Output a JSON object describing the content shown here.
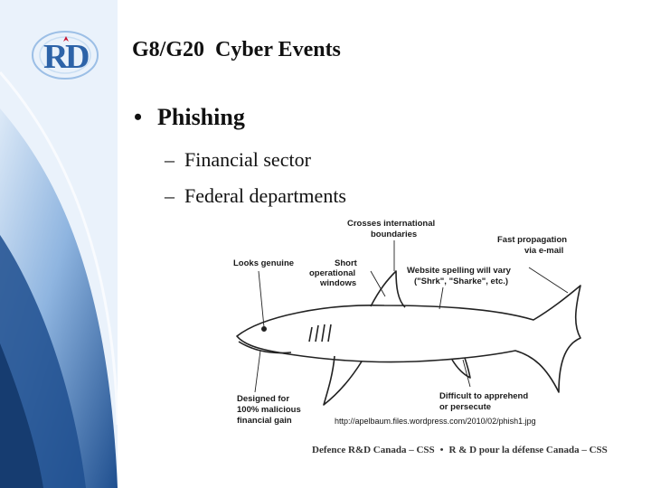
{
  "header": {
    "title": "G8/G20  Cyber Events"
  },
  "logo": {
    "name": "rd-logo",
    "text": "RD"
  },
  "content": {
    "bullet": "Phishing",
    "sub_items": [
      "Financial sector",
      "Federal departments"
    ]
  },
  "figure": {
    "labels": {
      "looks_genuine": "Looks genuine",
      "short": "Short",
      "operational": "operational",
      "windows": "windows",
      "crosses_1": "Crosses international",
      "crosses_2": "boundaries",
      "fast_1": "Fast propagation",
      "fast_2": "via e-mail",
      "spelling_1": "Website spelling will vary",
      "spelling_2": "(\"Shrk\", \"Sharke\", etc.)",
      "designed_1": "Designed for",
      "designed_2": "100% malicious",
      "designed_3": "financial gain",
      "difficult_1": "Difficult to apprehend",
      "difficult_2": "or persecute"
    },
    "source": "http://apelbaum.files.wordpress.com/2010/02/phish1.jpg"
  },
  "footer": {
    "left": "Defence R&D Canada – CSS",
    "separator": "•",
    "right": "R & D pour la défense Canada – CSS"
  },
  "colors": {
    "band_dark": "#1f4f8f",
    "band_mid": "#4f86c6",
    "band_light": "#a9c8ea"
  }
}
